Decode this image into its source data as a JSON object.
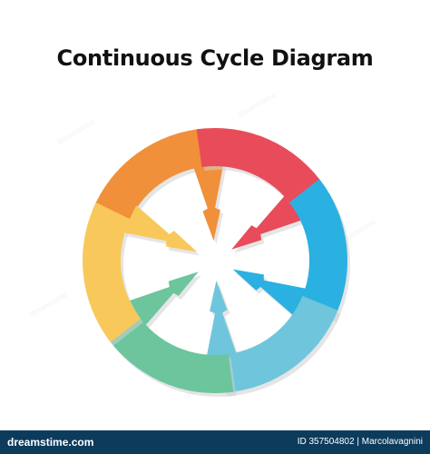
{
  "title": "Continuous Cycle Diagram",
  "watermark": "dreamstime",
  "footer": {
    "site": "dreamstime.com",
    "id_label": "ID 357504802",
    "author": "Marcolavagnini"
  },
  "colors": {
    "segment_1": "#f0903a",
    "segment_2": "#e84c5a",
    "segment_3": "#2bb0e2",
    "segment_4": "#6fc6dc",
    "segment_5": "#6cc59c",
    "segment_6": "#f8c85a",
    "shadow": "#cfcfcf",
    "footer_bg": "#0d3b5c"
  },
  "icons": [
    "arrow-icon"
  ]
}
